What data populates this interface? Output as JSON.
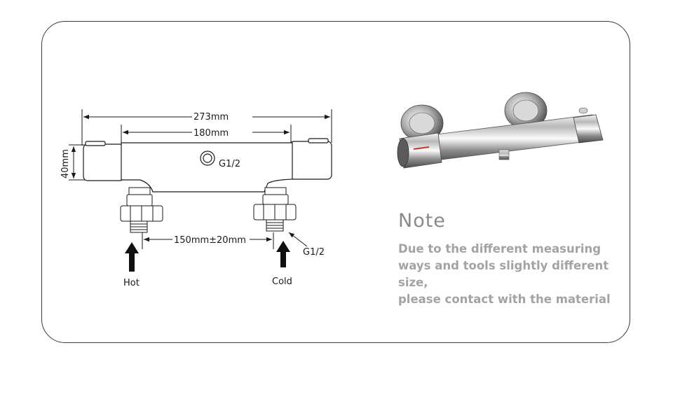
{
  "diagram": {
    "dim_total_width": "273mm",
    "dim_body_width": "180mm",
    "dim_height": "40mm",
    "dim_inlet_spacing": "150mm±20mm",
    "outlet_thread": "G1/2",
    "inlet_thread": "G1/2",
    "inlet_hot_label": "Hot",
    "inlet_cold_label": "Cold"
  },
  "note": {
    "title": "Note",
    "lines": [
      "Due to the  different  measuring",
      "ways and tools slightly different",
      "size,",
      "please contact with the material"
    ]
  },
  "colors": {
    "border": "#3a3a3a",
    "note_title": "#8a8a8a",
    "note_text": "#a3a3a3",
    "chrome_light": "#f2f2f2",
    "chrome_dark": "#4a4a4a"
  }
}
